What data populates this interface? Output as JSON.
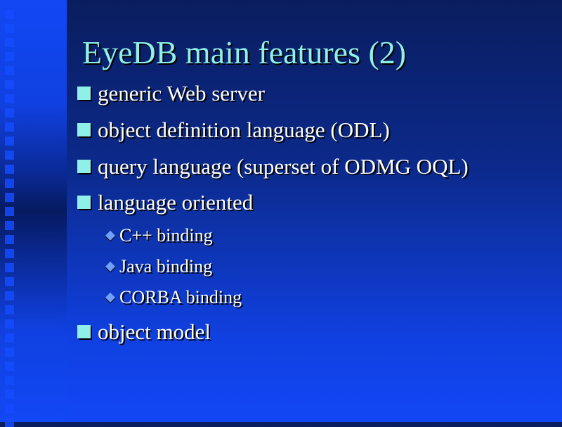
{
  "slide": {
    "title": "EyeDB main features (2)",
    "bullets": [
      {
        "text": "generic Web server"
      },
      {
        "text": "object definition language (ODL)"
      },
      {
        "text": "query language (superset of ODMG OQL)"
      },
      {
        "text": "language oriented",
        "sub": [
          "C++ binding",
          "Java binding",
          "CORBA binding"
        ]
      },
      {
        "text": "object model"
      }
    ]
  },
  "colors": {
    "title": "#8ff0e8",
    "bullet": "#8ff0e8",
    "sub_bullet": "#6fa0ff",
    "text": "#ffffff"
  }
}
